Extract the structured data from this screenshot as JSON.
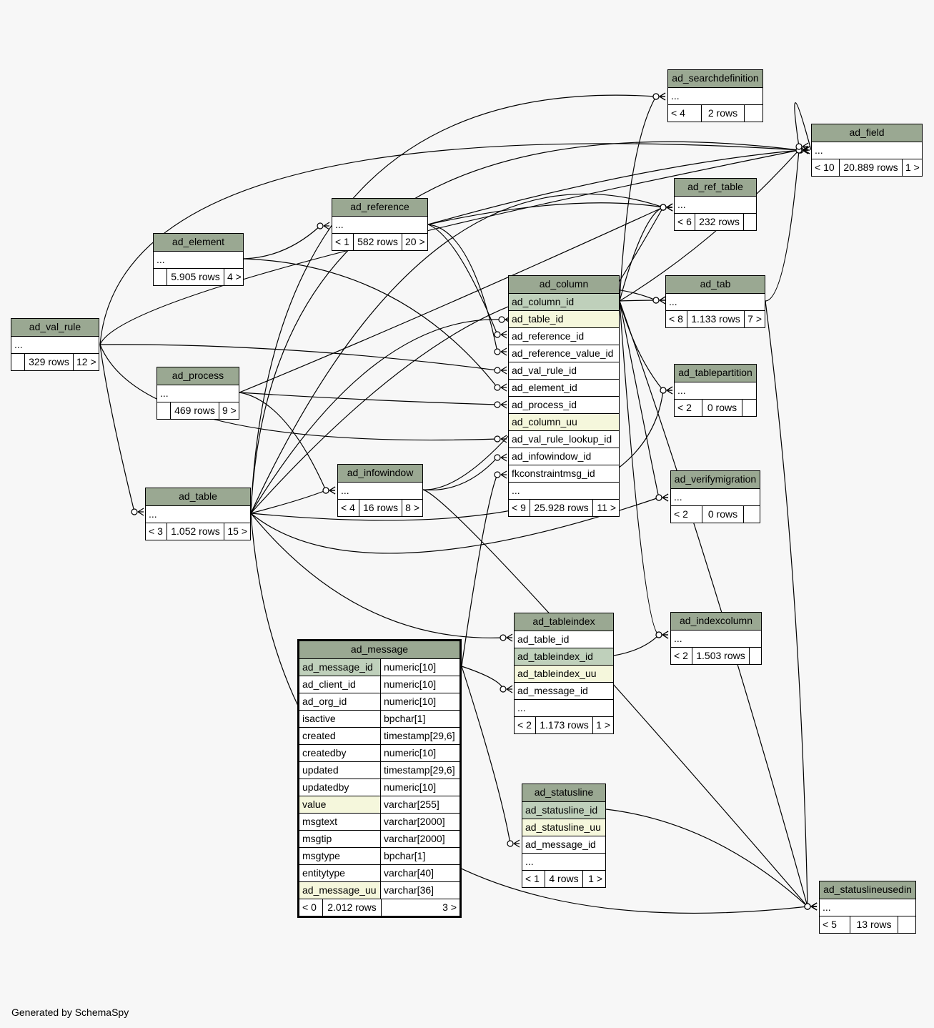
{
  "footer": "Generated by SchemaSpy",
  "tables": {
    "ad_searchdefinition": {
      "name": "ad_searchdefinition",
      "rows": [
        {
          "label": "..."
        }
      ],
      "stats": {
        "parents": "< 4",
        "rows": "2 rows",
        "children": ""
      }
    },
    "ad_field": {
      "name": "ad_field",
      "rows": [
        {
          "label": "..."
        }
      ],
      "stats": {
        "parents": "< 10",
        "rows": "20.889 rows",
        "children": "1 >"
      }
    },
    "ad_ref_table": {
      "name": "ad_ref_table",
      "rows": [
        {
          "label": "..."
        }
      ],
      "stats": {
        "parents": "< 6",
        "rows": "232 rows",
        "children": ""
      }
    },
    "ad_reference": {
      "name": "ad_reference",
      "rows": [
        {
          "label": "..."
        }
      ],
      "stats": {
        "parents": "< 1",
        "rows": "582 rows",
        "children": "20 >"
      }
    },
    "ad_element": {
      "name": "ad_element",
      "rows": [
        {
          "label": "..."
        }
      ],
      "stats": {
        "parents": "",
        "rows": "5.905 rows",
        "children": "4 >"
      }
    },
    "ad_column": {
      "name": "ad_column",
      "rows": [
        {
          "label": "ad_column_id",
          "kind": "pk"
        },
        {
          "label": "ad_table_id",
          "kind": "uq"
        },
        {
          "label": "ad_reference_id"
        },
        {
          "label": "ad_reference_value_id"
        },
        {
          "label": "ad_val_rule_id"
        },
        {
          "label": "ad_element_id"
        },
        {
          "label": "ad_process_id"
        },
        {
          "label": "ad_column_uu",
          "kind": "uq"
        },
        {
          "label": "ad_val_rule_lookup_id"
        },
        {
          "label": "ad_infowindow_id"
        },
        {
          "label": "fkconstraintmsg_id"
        },
        {
          "label": "..."
        }
      ],
      "stats": {
        "parents": "< 9",
        "rows": "25.928 rows",
        "children": "11 >"
      }
    },
    "ad_tab": {
      "name": "ad_tab",
      "rows": [
        {
          "label": "..."
        }
      ],
      "stats": {
        "parents": "< 8",
        "rows": "1.133 rows",
        "children": "7 >"
      }
    },
    "ad_val_rule": {
      "name": "ad_val_rule",
      "rows": [
        {
          "label": "..."
        }
      ],
      "stats": {
        "parents": "",
        "rows": "329 rows",
        "children": "12 >"
      }
    },
    "ad_process": {
      "name": "ad_process",
      "rows": [
        {
          "label": "..."
        }
      ],
      "stats": {
        "parents": "",
        "rows": "469 rows",
        "children": "9 >"
      }
    },
    "ad_tablepartition": {
      "name": "ad_tablepartition",
      "rows": [
        {
          "label": "..."
        }
      ],
      "stats": {
        "parents": "< 2",
        "rows": "0 rows",
        "children": ""
      }
    },
    "ad_verifymigration": {
      "name": "ad_verifymigration",
      "rows": [
        {
          "label": "..."
        }
      ],
      "stats": {
        "parents": "< 2",
        "rows": "0 rows",
        "children": ""
      }
    },
    "ad_infowindow": {
      "name": "ad_infowindow",
      "rows": [
        {
          "label": "..."
        }
      ],
      "stats": {
        "parents": "< 4",
        "rows": "16 rows",
        "children": "8 >"
      }
    },
    "ad_table": {
      "name": "ad_table",
      "rows": [
        {
          "label": "..."
        }
      ],
      "stats": {
        "parents": "< 3",
        "rows": "1.052 rows",
        "children": "15 >"
      }
    },
    "ad_tableindex": {
      "name": "ad_tableindex",
      "rows": [
        {
          "label": "ad_table_id"
        },
        {
          "label": "ad_tableindex_id",
          "kind": "pk"
        },
        {
          "label": "ad_tableindex_uu",
          "kind": "uq"
        },
        {
          "label": "ad_message_id"
        },
        {
          "label": "..."
        }
      ],
      "stats": {
        "parents": "< 2",
        "rows": "1.173 rows",
        "children": "1 >"
      }
    },
    "ad_indexcolumn": {
      "name": "ad_indexcolumn",
      "rows": [
        {
          "label": "..."
        }
      ],
      "stats": {
        "parents": "< 2",
        "rows": "1.503 rows",
        "children": ""
      }
    },
    "ad_statusline": {
      "name": "ad_statusline",
      "rows": [
        {
          "label": "ad_statusline_id",
          "kind": "pk"
        },
        {
          "label": "ad_statusline_uu",
          "kind": "uq"
        },
        {
          "label": "ad_message_id"
        },
        {
          "label": "..."
        }
      ],
      "stats": {
        "parents": "< 1",
        "rows": "4 rows",
        "children": "1 >"
      }
    },
    "ad_statuslineusedin": {
      "name": "ad_statuslineusedin",
      "rows": [
        {
          "label": "..."
        }
      ],
      "stats": {
        "parents": "< 5",
        "rows": "13 rows",
        "children": ""
      }
    }
  },
  "ad_message": {
    "name": "ad_message",
    "columns": [
      {
        "name": "ad_message_id",
        "type": "numeric[10]",
        "kind": "pk"
      },
      {
        "name": "ad_client_id",
        "type": "numeric[10]"
      },
      {
        "name": "ad_org_id",
        "type": "numeric[10]"
      },
      {
        "name": "isactive",
        "type": "bpchar[1]"
      },
      {
        "name": "created",
        "type": "timestamp[29,6]"
      },
      {
        "name": "createdby",
        "type": "numeric[10]"
      },
      {
        "name": "updated",
        "type": "timestamp[29,6]"
      },
      {
        "name": "updatedby",
        "type": "numeric[10]"
      },
      {
        "name": "value",
        "type": "varchar[255]",
        "kind": "uq"
      },
      {
        "name": "msgtext",
        "type": "varchar[2000]"
      },
      {
        "name": "msgtip",
        "type": "varchar[2000]"
      },
      {
        "name": "msgtype",
        "type": "bpchar[1]"
      },
      {
        "name": "entitytype",
        "type": "varchar[40]"
      },
      {
        "name": "ad_message_uu",
        "type": "varchar[36]",
        "kind": "uq"
      }
    ],
    "stats": {
      "parents": "< 0",
      "rows": "2.012 rows",
      "children": "3 >"
    }
  }
}
